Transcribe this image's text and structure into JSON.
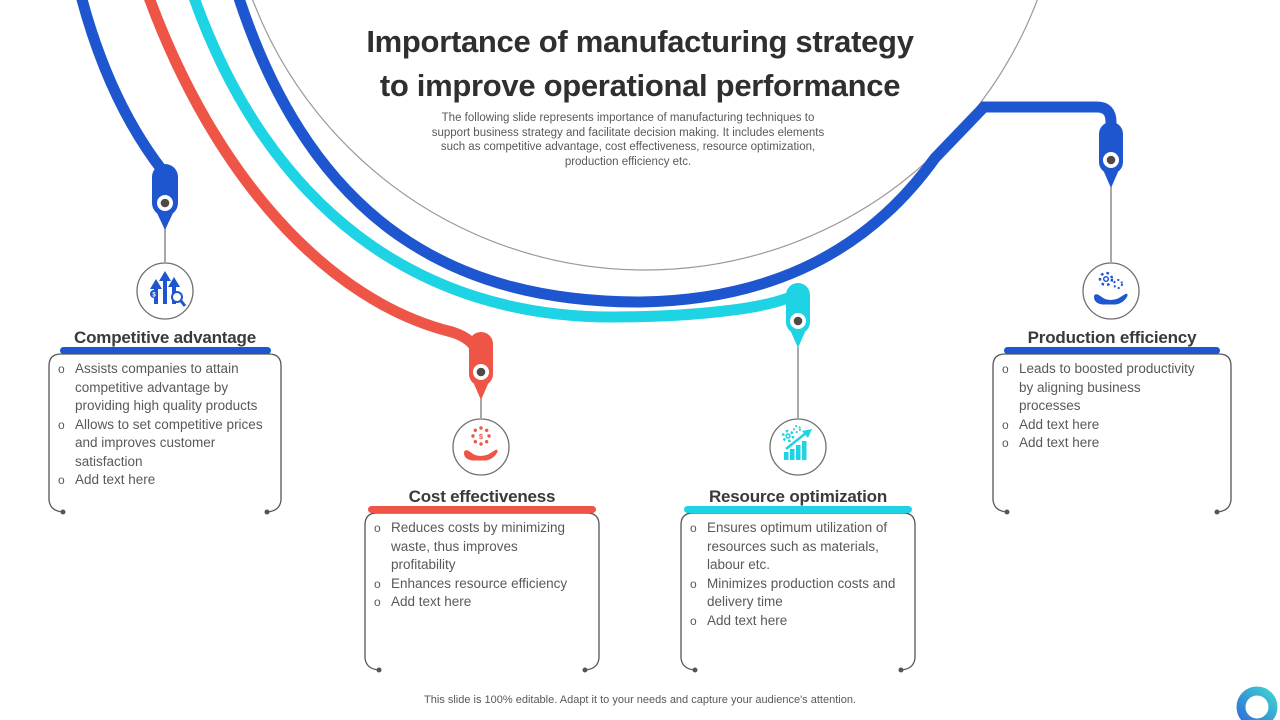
{
  "slide": {
    "title_line1": "Importance of manufacturing strategy",
    "title_line2": "to improve operational performance",
    "subtitle": "The following slide represents importance of manufacturing techniques to support business strategy and facilitate decision making. It includes elements such as competitive advantage, cost effectiveness, resource optimization, production efficiency etc.",
    "footer": "This slide is 100% editable. Adapt it to your needs and capture your audience's attention."
  },
  "colors": {
    "blue": "#1e56cf",
    "red": "#ee5547",
    "cyan": "#1ed3e3",
    "gray_line": "#6f6f6f",
    "arc_gray": "#9a9a9a",
    "frame": "#555555",
    "pin_dot": "#4e4a46",
    "logo_blue": "#2f6fd8",
    "logo_cyan": "#40cfd0"
  },
  "sections": [
    {
      "title": "Competitive advantage",
      "accent": "#1e56cf",
      "icon": "growth-arrows-magnifier-icon",
      "bullets": [
        "Assists companies to attain competitive advantage by providing high quality products",
        "Allows to set competitive prices and improves customer satisfaction",
        "Add text here"
      ]
    },
    {
      "title": "Cost effectiveness",
      "accent": "#ee5547",
      "icon": "coin-in-hand-icon",
      "bullets": [
        "Reduces costs by minimizing waste, thus improves profitability",
        "Enhances resource efficiency",
        "Add text here"
      ]
    },
    {
      "title": "Resource optimization",
      "accent": "#1ed3e3",
      "icon": "growth-chart-gears-icon",
      "bullets": [
        "Ensures optimum utilization of resources such as materials, labour etc.",
        "Minimizes production costs and delivery time",
        "Add text here"
      ]
    },
    {
      "title": "Production efficiency",
      "accent": "#1e56cf",
      "icon": "gears-in-hand-icon",
      "bullets": [
        "Leads to boosted productivity by aligning business processes",
        "Add text here",
        "Add text here"
      ]
    }
  ]
}
